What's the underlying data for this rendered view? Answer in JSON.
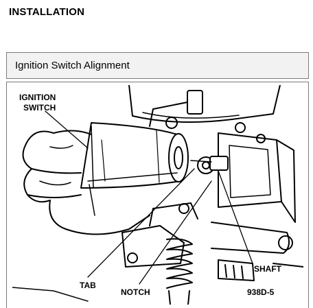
{
  "page": {
    "heading": "INSTALLATION"
  },
  "figure": {
    "caption": "Ignition Switch Alignment",
    "labels": {
      "ignition_line1": "IGNITION",
      "ignition_line2": "SWITCH",
      "shaft": "SHAFT",
      "tab": "TAB",
      "notch": "NOTCH",
      "figure_id": "938D-5"
    }
  }
}
